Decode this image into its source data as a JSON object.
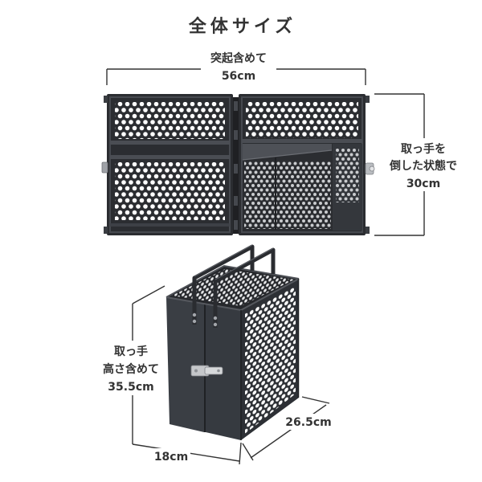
{
  "title": "全体サイズ",
  "dimensions": {
    "open_width": {
      "lines": [
        "突起含めて"
      ],
      "value": "56cm"
    },
    "folded_height": {
      "lines": [
        "取っ手を",
        "倒した状態で"
      ],
      "value": "30cm"
    },
    "height_with_handle": {
      "lines": [
        "取っ手",
        "高さ含めて"
      ],
      "value": "35.5cm"
    },
    "width": {
      "value": "18cm"
    },
    "length": {
      "value": "26.5cm"
    }
  },
  "colors": {
    "product": "#2e3136",
    "perforation": "#ffffff",
    "latch": "#c5c7ca",
    "text": "#333333",
    "dimension_line": "#333333"
  }
}
